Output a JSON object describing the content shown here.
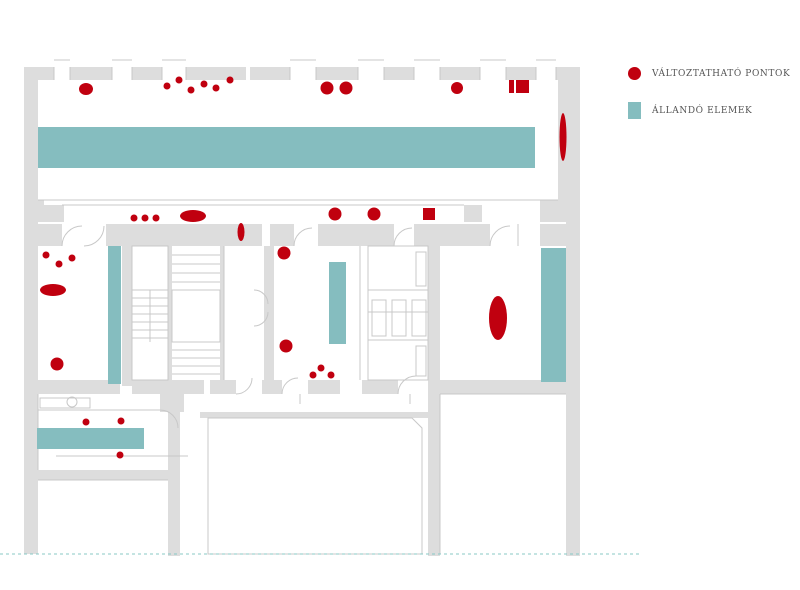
{
  "colors": {
    "variable": "#c0000f",
    "fixed": "#85bdbf",
    "wall": "#dddddd",
    "thin_line": "#c8c8c8",
    "ground": "#88c9c6"
  },
  "legend": {
    "items": [
      {
        "label": "VÁLTOZTATHATÓ PONTOK",
        "shape": "circle",
        "color": "#c0000f"
      },
      {
        "label": "ÁLLANDÓ ELEMEK",
        "shape": "rect",
        "color": "#85bdbf"
      }
    ]
  }
}
